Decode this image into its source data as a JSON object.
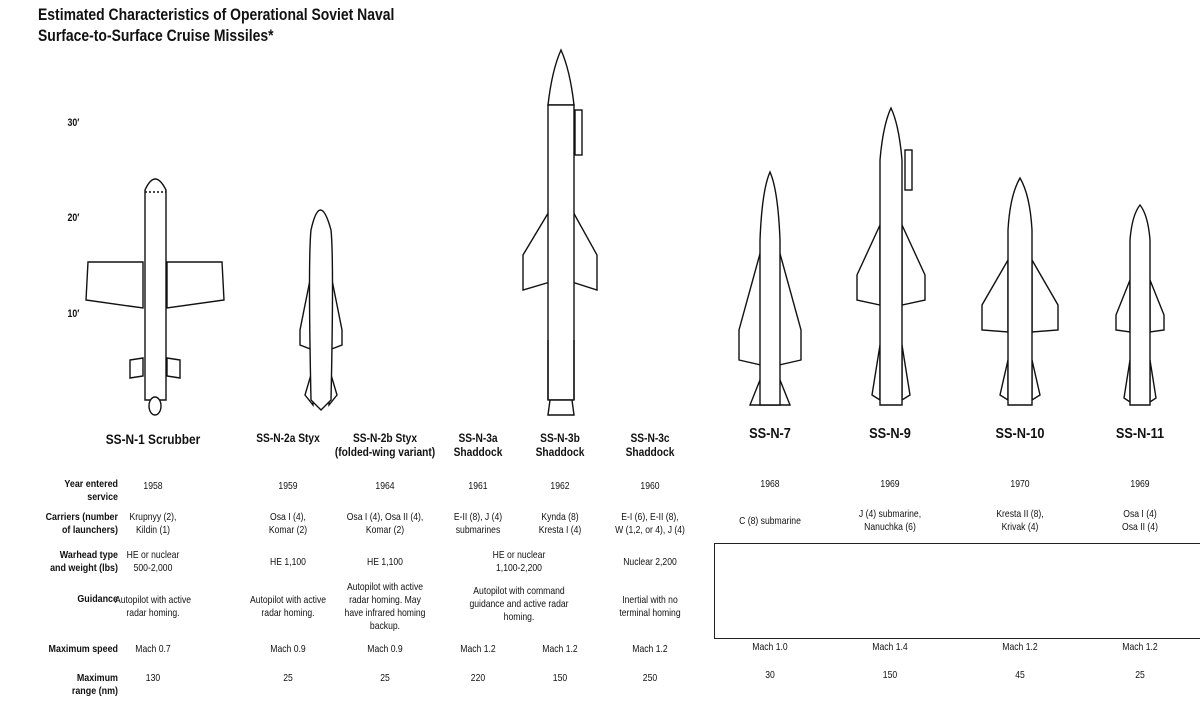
{
  "title": [
    "Estimated Characteristics of Operational Soviet Naval",
    "Surface-to-Surface Cruise Missiles*"
  ],
  "scale_marks": [
    "30′",
    "20′",
    "10′"
  ],
  "row_labels": {
    "year": [
      "Year entered",
      "service"
    ],
    "carriers": [
      "Carriers (number",
      "of launchers)"
    ],
    "warhead": [
      "Warhead type",
      "and weight (lbs)"
    ],
    "guidance": [
      "Guidance"
    ],
    "speed": [
      "Maximum speed"
    ],
    "range": [
      "Maximum",
      "range (nm)"
    ]
  },
  "missiles": [
    {
      "name": [
        "SS-N-1 Scrubber"
      ],
      "year": "1958",
      "carriers": [
        "Krupnyy (2),",
        "Kildin (1)"
      ],
      "warhead": [
        "HE or nuclear",
        "500-2,000"
      ],
      "guidance": [
        "Autopilot with active",
        "radar homing."
      ],
      "speed": "Mach 0.7",
      "range": "130"
    },
    {
      "name": [
        "SS-N-2a Styx"
      ],
      "year": "1959",
      "carriers": [
        "Osa I (4),",
        "Komar (2)"
      ],
      "warhead": [
        "HE   1,100"
      ],
      "guidance": [
        "Autopilot with active",
        "radar homing."
      ],
      "speed": "Mach 0.9",
      "range": "25"
    },
    {
      "name": [
        "SS-N-2b Styx",
        "(folded-wing variant)"
      ],
      "year": "1964",
      "carriers": [
        "Osa I (4), Osa II (4),",
        "Komar (2)"
      ],
      "warhead": [
        "HE   1,100"
      ],
      "guidance": [
        "Autopilot with active",
        "radar homing. May",
        "have infrared homing",
        "backup."
      ],
      "speed": "Mach 0.9",
      "range": "25"
    },
    {
      "name": [
        "SS-N-3a",
        "Shaddock"
      ],
      "year": "1961",
      "carriers": [
        "E-II (8), J (4)",
        "submarines"
      ],
      "speed": "Mach 1.2",
      "range": "220"
    },
    {
      "name": [
        "SS-N-3b",
        "Shaddock"
      ],
      "year": "1962",
      "carriers": [
        "Kynda (8)",
        "Kresta I (4)"
      ],
      "speed": "Mach 1.2",
      "range": "150"
    },
    {
      "name": [
        "SS-N-3c",
        "Shaddock"
      ],
      "year": "1960",
      "carriers": [
        "E-I (6), E-II (8),",
        "W (1,2, or 4), J (4)"
      ],
      "warhead": [
        "Nuclear   2,200"
      ],
      "guidance": [
        "Inertial with no",
        "terminal homing"
      ],
      "speed": "Mach 1.2",
      "range": "250"
    },
    {
      "name": [
        "SS-N-7"
      ],
      "year": "1968",
      "carriers": [
        "C (8) submarine"
      ],
      "speed": "Mach 1.0",
      "range": "30"
    },
    {
      "name": [
        "SS-N-9"
      ],
      "year": "1969",
      "carriers": [
        "J (4) submarine,",
        "Nanuchka (6)"
      ],
      "speed": "Mach 1.4",
      "range": "150"
    },
    {
      "name": [
        "SS-N-10"
      ],
      "year": "1970",
      "carriers": [
        "Kresta II (8),",
        "Krivak (4)"
      ],
      "speed": "Mach 1.2",
      "range": "45"
    },
    {
      "name": [
        "SS-N-11"
      ],
      "year": "1969",
      "carriers": [
        "Osa I (4)",
        "Osa II (4)"
      ],
      "speed": "Mach 1.2",
      "range": "25"
    }
  ],
  "shared_3a_3b": {
    "warhead": [
      "HE or nuclear",
      "1,100-2,200"
    ],
    "guidance": [
      "Autopilot with command",
      "guidance and active radar",
      "homing."
    ]
  }
}
